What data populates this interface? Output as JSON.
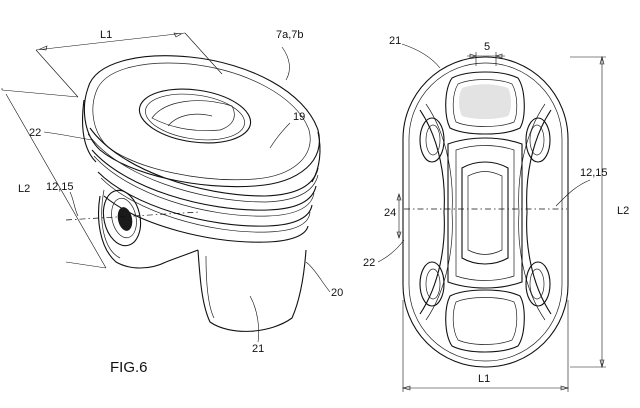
{
  "figure_caption": "FIG.6",
  "left_view": {
    "dim_l1": "L1",
    "dim_l2": "L2",
    "ref_7a7b": "7a,7b",
    "ref_19": "19",
    "ref_22": "22",
    "ref_1215": "12,15",
    "ref_20": "20",
    "ref_21": "21"
  },
  "right_view": {
    "ref_21": "21",
    "ref_5": "5",
    "ref_1215": "12,15",
    "ref_24": "24",
    "ref_22": "22",
    "dim_l2": "L2",
    "dim_l1": "L1"
  }
}
